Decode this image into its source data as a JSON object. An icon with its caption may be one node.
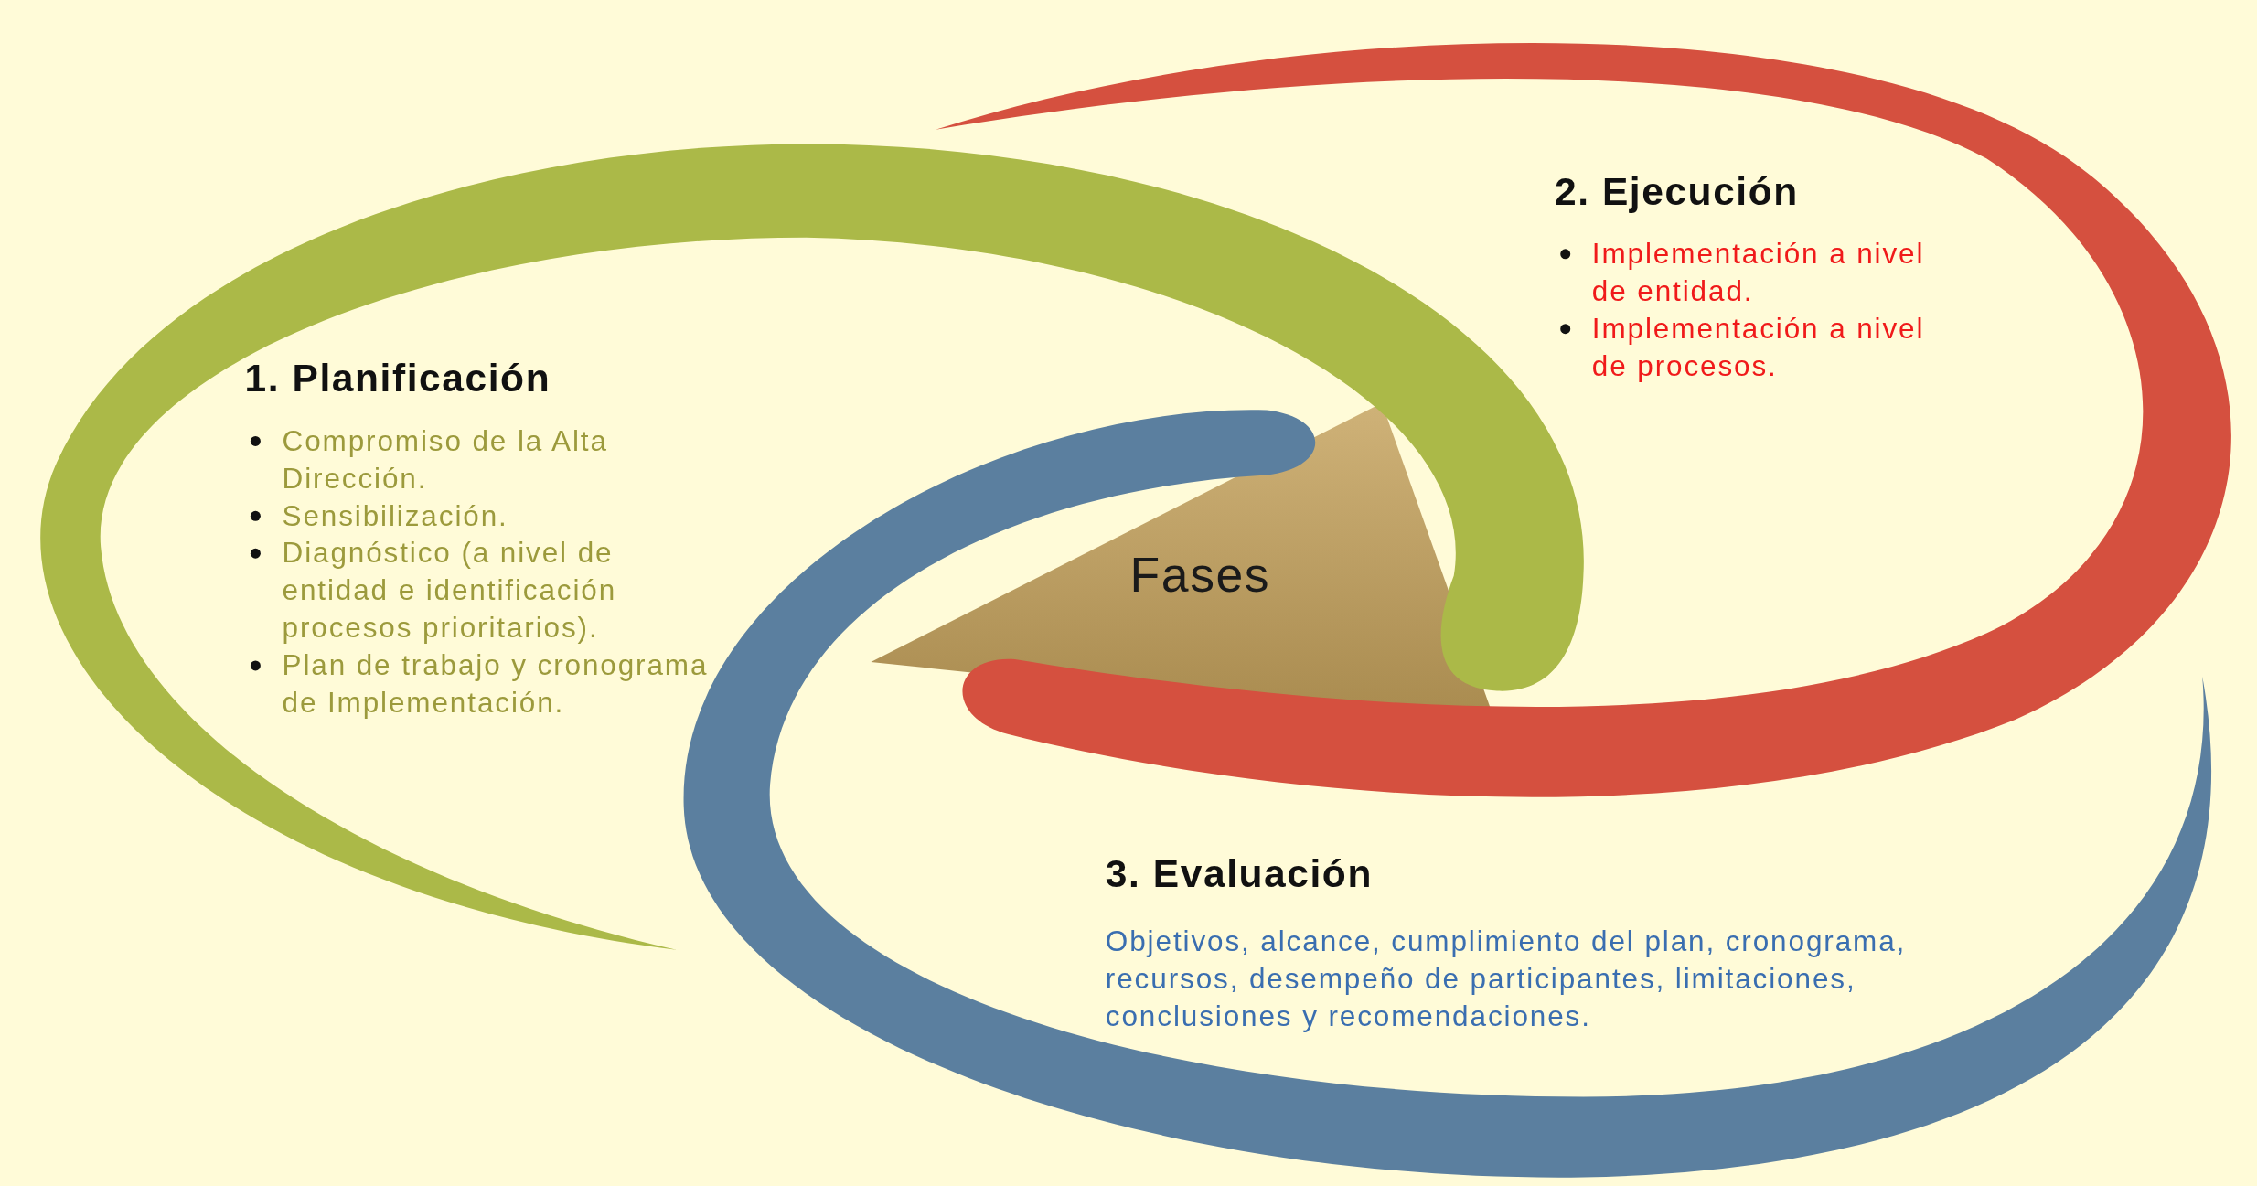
{
  "diagram": {
    "nodes": [
      {
        "text": [
          "Fases"
        ]
      },
      {
        "text": [
          "1. Planificación",
          "Compromiso de la Alta Dirección.",
          "Sensibilización.",
          "Diagnóstico (a nivel de entidad e identificación procesos prioritarios).",
          "Plan de trabajo y cronograma de Implementación."
        ]
      },
      {
        "text": [
          "2. Ejecución",
          "Implementación a nivel de entidad.",
          "Implementación a nivel de procesos."
        ]
      },
      {
        "text": [
          "3. Evaluación",
          "Objetivos, alcance, cumplimiento del plan, cronograma, recursos, desempeño de participantes, limitaciones, conclusiones y recomendaciones."
        ]
      }
    ]
  }
}
